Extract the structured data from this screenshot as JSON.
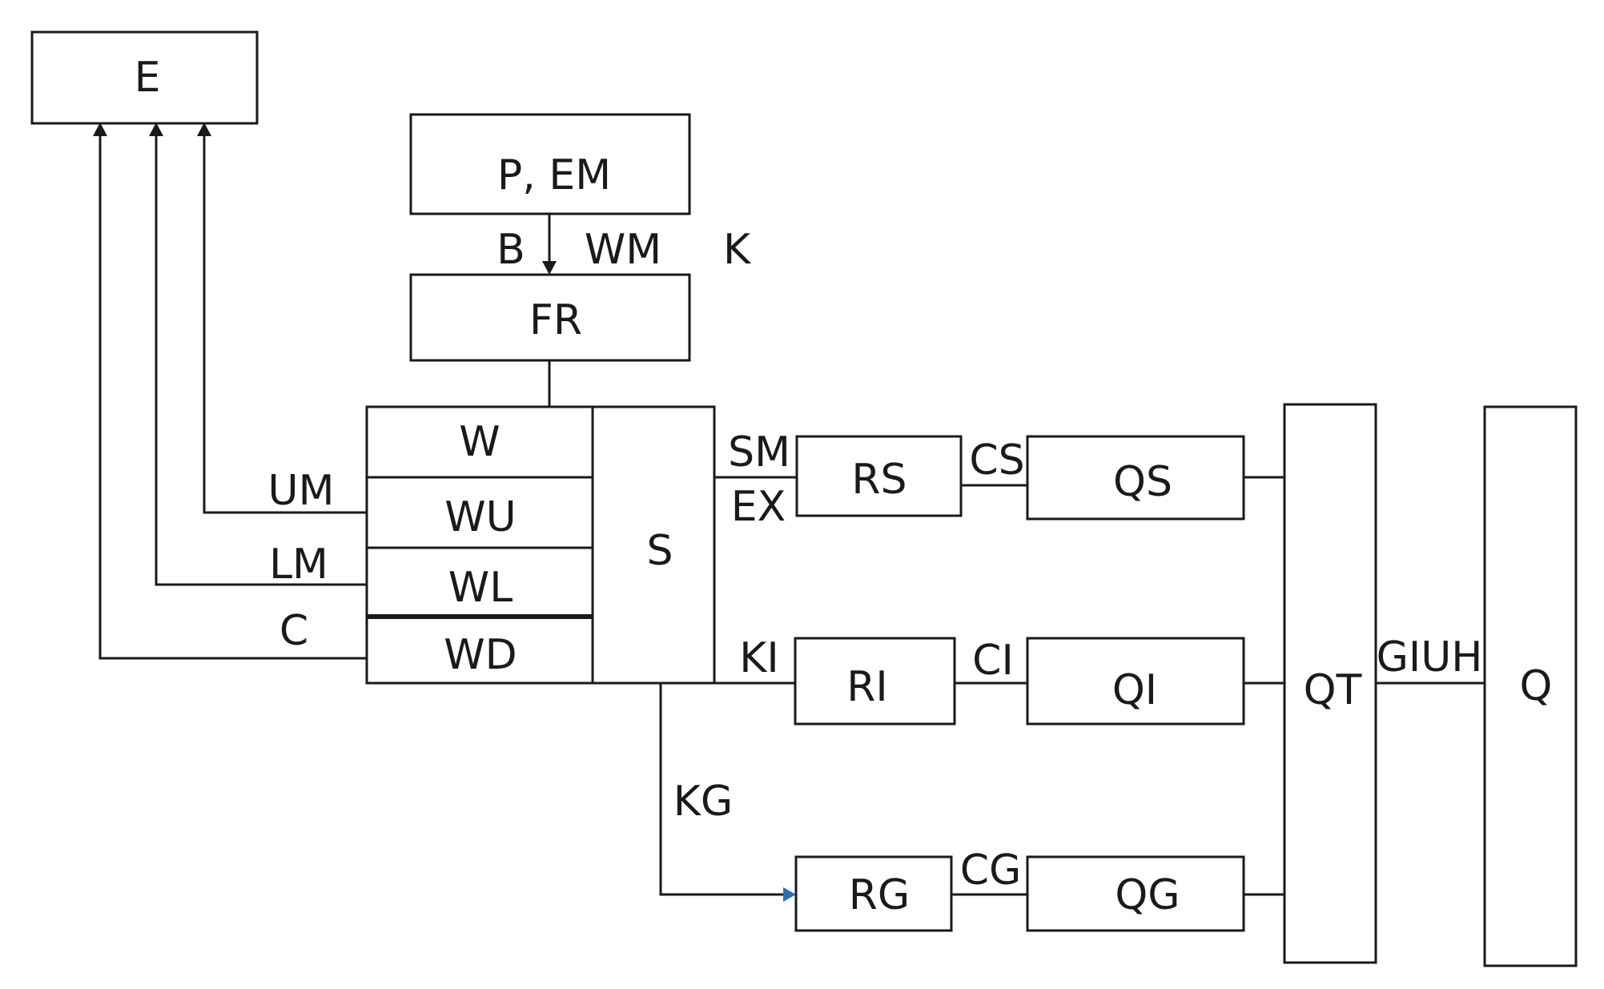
{
  "diagram": {
    "boxes": {
      "e": "E",
      "p_em": "P, EM",
      "fr": "FR",
      "w": "W",
      "wu": "WU",
      "wl": "WL",
      "wd": "WD",
      "s": "S",
      "rs": "RS",
      "qs": "QS",
      "ri": "RI",
      "qi": "QI",
      "rg": "RG",
      "qg": "QG",
      "qt": "QT",
      "q": "Q"
    },
    "labels": {
      "b": "B",
      "wm": "WM",
      "k": "K",
      "um": "UM",
      "lm": "LM",
      "c": "C",
      "sm": "SM",
      "ex": "EX",
      "cs": "CS",
      "ki": "KI",
      "ci": "CI",
      "kg": "KG",
      "cg": "CG",
      "giuh": "GIUH"
    }
  }
}
